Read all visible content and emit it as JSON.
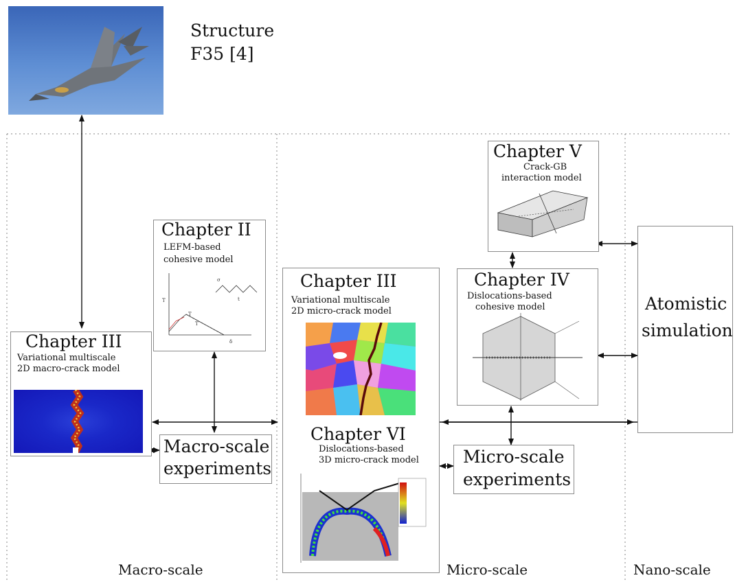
{
  "structure": {
    "line1": "Structure",
    "line2": "F35 [4]"
  },
  "chapter2": {
    "title": "Chapter II",
    "line1": "LEFM-based",
    "line2": "cohesive model"
  },
  "chapter3_macro": {
    "title": "Chapter III",
    "line1": "Variational multiscale",
    "line2": "2D macro-crack model"
  },
  "chapter3_micro": {
    "title": "Chapter III",
    "line1": "Variational multiscale",
    "line2": "2D micro-crack model"
  },
  "chapter4": {
    "title": "Chapter IV",
    "line1": "Dislocations-based",
    "line2": "cohesive model"
  },
  "chapter5": {
    "title": "Chapter V",
    "line1": "Crack-GB",
    "line2": "interaction model"
  },
  "chapter6": {
    "title": "Chapter VI",
    "line1": "Dislocations-based",
    "line2": "3D micro-crack model"
  },
  "macro_experiments": {
    "line1": "Macro-scale",
    "line2": "experiments"
  },
  "micro_experiments": {
    "line1": "Micro-scale",
    "line2": "experiments"
  },
  "atomistic": {
    "line1": "Atomistic",
    "line2": "simulation"
  },
  "scales": {
    "macro": "Macro-scale",
    "micro": "Micro-scale",
    "nano": "Nano-scale"
  }
}
